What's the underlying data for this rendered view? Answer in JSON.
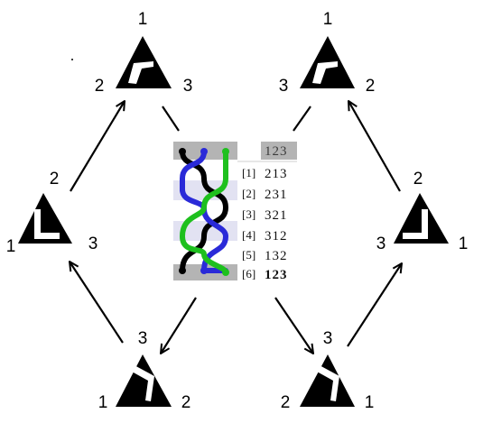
{
  "vertices": [
    {
      "id": "top-left",
      "labels": {
        "top": "1",
        "left": "2",
        "right": "3"
      }
    },
    {
      "id": "top-right",
      "labels": {
        "top": "1",
        "left": "3",
        "right": "2"
      }
    },
    {
      "id": "mid-left",
      "labels": {
        "top": "2",
        "left": "1",
        "right": "3"
      }
    },
    {
      "id": "mid-right",
      "labels": {
        "top": "2",
        "left": "3",
        "right": "1"
      }
    },
    {
      "id": "bottom-left",
      "labels": {
        "top": "3",
        "left": "1",
        "right": "2"
      }
    },
    {
      "id": "bottom-right",
      "labels": {
        "top": "3",
        "left": "2",
        "right": "1"
      }
    }
  ],
  "braid": {
    "header": "123",
    "rows": [
      {
        "index": "[1]",
        "perm": "213"
      },
      {
        "index": "[2]",
        "perm": "231"
      },
      {
        "index": "[3]",
        "perm": "321"
      },
      {
        "index": "[4]",
        "perm": "312"
      },
      {
        "index": "[5]",
        "perm": "132"
      },
      {
        "index": "[6]",
        "perm": "123"
      }
    ],
    "strand_colors": {
      "a": "#000000",
      "b": "#2a2ad8",
      "c": "#1ec01e"
    }
  },
  "colors": {
    "ink": "#000000",
    "band": "#b4b4b4",
    "highlight": "#e2e2f2"
  }
}
